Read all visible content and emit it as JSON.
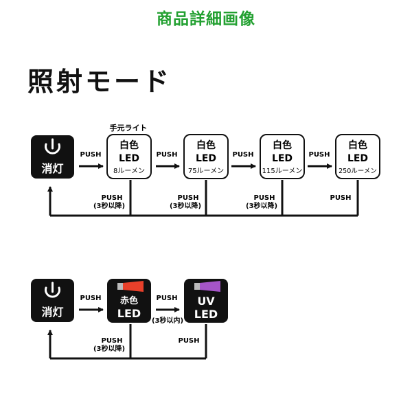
{
  "header": {
    "title": "商品詳細画像"
  },
  "section": {
    "title": "照射モード"
  },
  "flow1": {
    "off_label": "消灯",
    "note_above_first": "手元ライト",
    "push": "PUSH",
    "push_hold": "(3秒以降)",
    "boxes": [
      {
        "color": "白色",
        "type": "LED",
        "lumen": "8ルーメン"
      },
      {
        "color": "白色",
        "type": "LED",
        "lumen": "75ルーメン"
      },
      {
        "color": "白色",
        "type": "LED",
        "lumen": "115ルーメン"
      },
      {
        "color": "白色",
        "type": "LED",
        "lumen": "250ルーメン"
      }
    ]
  },
  "flow2": {
    "off_label": "消灯",
    "push": "PUSH",
    "push_hold_after": "(3秒以降)",
    "push_hold_within": "(3秒以内)",
    "red_box": {
      "color": "赤色",
      "type": "LED"
    },
    "uv_box": {
      "line1": "UV",
      "line2": "LED"
    },
    "red_accent": "#e8402a",
    "uv_accent": "#a555c8"
  }
}
